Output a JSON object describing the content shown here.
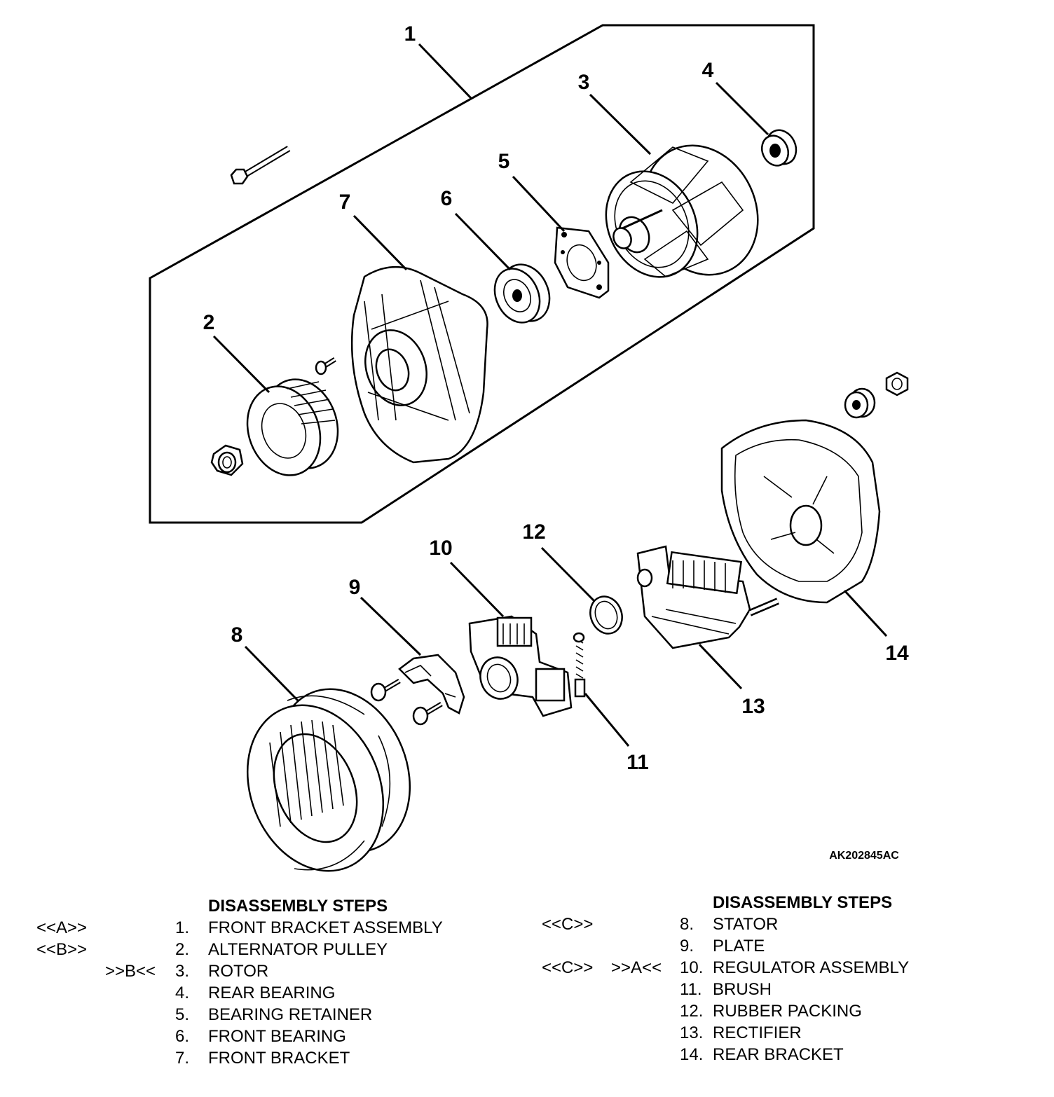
{
  "figure_code": "AK202845AC",
  "callouts": {
    "c1": "1",
    "c2": "2",
    "c3": "3",
    "c4": "4",
    "c5": "5",
    "c6": "6",
    "c7": "7",
    "c8": "8",
    "c9": "9",
    "c10": "10",
    "c11": "11",
    "c12": "12",
    "c13": "13",
    "c14": "14"
  },
  "left_steps": {
    "heading": "DISASSEMBLY STEPS",
    "items": [
      {
        "tag1": "<<A>>",
        "tag2": "",
        "num": "1.",
        "label": "FRONT BRACKET ASSEMBLY"
      },
      {
        "tag1": "<<B>>",
        "tag2": "",
        "num": "2.",
        "label": "ALTERNATOR PULLEY"
      },
      {
        "tag1": "",
        "tag2": ">>B<<",
        "num": "3.",
        "label": "ROTOR"
      },
      {
        "tag1": "",
        "tag2": "",
        "num": "4.",
        "label": "REAR BEARING"
      },
      {
        "tag1": "",
        "tag2": "",
        "num": "5.",
        "label": "BEARING RETAINER"
      },
      {
        "tag1": "",
        "tag2": "",
        "num": "6.",
        "label": "FRONT BEARING"
      },
      {
        "tag1": "",
        "tag2": "",
        "num": "7.",
        "label": "FRONT BRACKET"
      }
    ]
  },
  "right_steps": {
    "heading": "DISASSEMBLY STEPS",
    "items": [
      {
        "tag1": "<<C>>",
        "tag2": "",
        "num": "8.",
        "label": "STATOR"
      },
      {
        "tag1": "",
        "tag2": "",
        "num": "9.",
        "label": "PLATE"
      },
      {
        "tag1": "<<C>>",
        "tag2": ">>A<<",
        "num": "10.",
        "label": "REGULATOR ASSEMBLY"
      },
      {
        "tag1": "",
        "tag2": "",
        "num": "11.",
        "label": "BRUSH"
      },
      {
        "tag1": "",
        "tag2": "",
        "num": "12.",
        "label": "RUBBER PACKING"
      },
      {
        "tag1": "",
        "tag2": "",
        "num": "13.",
        "label": "RECTIFIER"
      },
      {
        "tag1": "",
        "tag2": "",
        "num": "14.",
        "label": "REAR BRACKET"
      }
    ]
  }
}
